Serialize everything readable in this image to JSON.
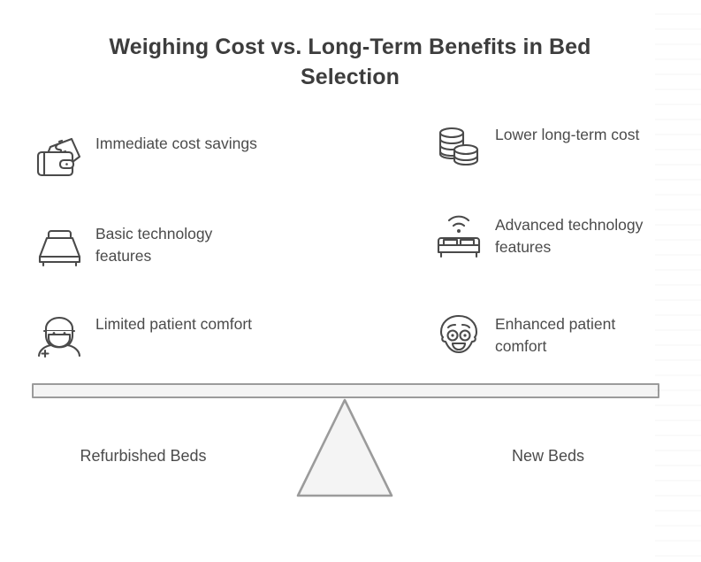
{
  "diagram": {
    "title": "Weighing Cost vs. Long-Term Benefits in Bed Selection",
    "type": "balance-scale-comparison",
    "colors": {
      "title_text": "#3d3d3d",
      "body_text": "#4b4b4b",
      "icon_stroke": "#4a4a4a",
      "beam_fill": "#f4f4f4",
      "beam_border": "#9b9b9b",
      "fulcrum_fill": "#f4f4f4",
      "fulcrum_border": "#9b9b9b",
      "background": "#ffffff"
    },
    "left_side": {
      "pan_label": "Refurbished Beds",
      "items": [
        {
          "icon": "wallet-cash-icon",
          "label": "Immediate cost savings"
        },
        {
          "icon": "bed-basic-icon",
          "label": "Basic technology features"
        },
        {
          "icon": "masked-patient-icon",
          "label": "Limited patient comfort"
        }
      ]
    },
    "right_side": {
      "pan_label": "New Beds",
      "items": [
        {
          "icon": "coin-stack-icon",
          "label": "Lower long-term cost"
        },
        {
          "icon": "smart-bed-wifi-icon",
          "label": "Advanced technology features"
        },
        {
          "icon": "smiling-face-icon",
          "label": "Enhanced patient comfort"
        }
      ]
    }
  }
}
